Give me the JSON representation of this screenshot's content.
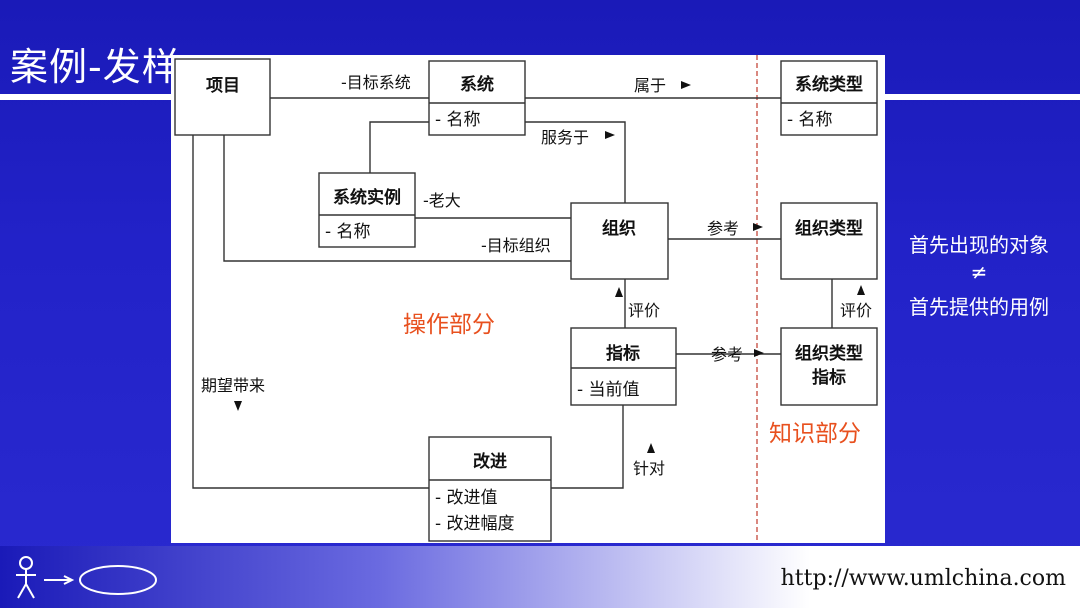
{
  "slide": {
    "title": "案例-发样",
    "side_note": [
      "首先出现的对象",
      "≠",
      "首先提供的用例"
    ],
    "footer_url": "http://www.umlchina.com"
  },
  "diagram": {
    "classes": {
      "project": {
        "name": "项目",
        "attrs": []
      },
      "system": {
        "name": "系统",
        "attrs": [
          "- 名称"
        ]
      },
      "system_type": {
        "name": "系统类型",
        "attrs": [
          "- 名称"
        ]
      },
      "system_instance": {
        "name": "系统实例",
        "attrs": [
          "- 名称"
        ]
      },
      "organization": {
        "name": "组织",
        "attrs": []
      },
      "org_type": {
        "name": "组织类型",
        "attrs": []
      },
      "indicator": {
        "name": "指标",
        "attrs": [
          "- 当前值"
        ]
      },
      "org_type_indicator": {
        "name": "组织类型指标",
        "attrs": []
      },
      "improvement": {
        "name": "改进",
        "attrs": [
          "- 改进值",
          "- 改进幅度"
        ]
      }
    },
    "labels": {
      "target_system": "-目标系统",
      "belongs_to": "属于",
      "serves": "服务于",
      "boss": "-老大",
      "target_org": "-目标组织",
      "reference_1": "参考",
      "reference_2": "参考",
      "evaluate_1": "评价",
      "evaluate_2": "评价",
      "expected_bring": "期望带来",
      "aim_at": "针对"
    },
    "regions": {
      "operation": "操作部分",
      "knowledge": "知识部分"
    },
    "colors": {
      "region_label": "#e8501e",
      "divider": "#c0392b"
    }
  }
}
